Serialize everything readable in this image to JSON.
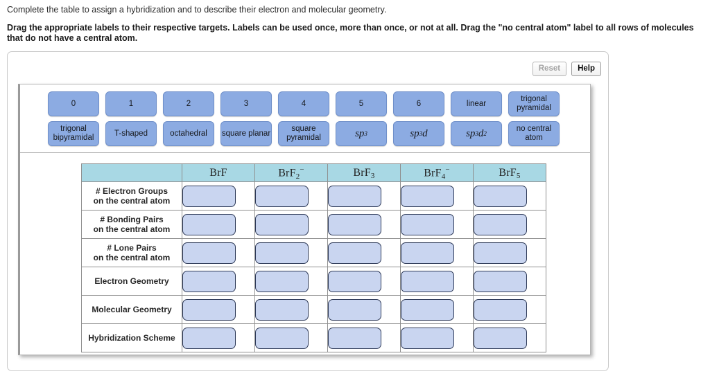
{
  "instructions": {
    "line1": "Complete the table to assign a hybridization and to describe their electron and molecular geometry.",
    "line2": "Drag the appropriate labels to their respective targets. Labels can be used once, more than once, or not at all. Drag the \"no central atom\" label to all rows of molecules that do not have a central atom."
  },
  "toolbar": {
    "reset_label": "Reset",
    "help_label": "Help"
  },
  "label_bank": {
    "row1": [
      {
        "text": "0",
        "math": false
      },
      {
        "text": "1",
        "math": false
      },
      {
        "text": "2",
        "math": false
      },
      {
        "text": "3",
        "math": false
      },
      {
        "text": "4",
        "math": false
      },
      {
        "text": "5",
        "math": false
      },
      {
        "text": "6",
        "math": false
      },
      {
        "text": "linear",
        "math": false
      },
      {
        "text": "trigonal pyramidal",
        "math": false
      }
    ],
    "row2": [
      {
        "text": "trigonal bipyramidal",
        "math": false
      },
      {
        "text": "T-shaped",
        "math": false
      },
      {
        "text": "octahedral",
        "math": false
      },
      {
        "text": "square planar",
        "math": false
      },
      {
        "text": "square pyramidal",
        "math": false
      },
      {
        "text": "sp3",
        "math": true,
        "base": "sp",
        "sup": "3",
        "tail": ""
      },
      {
        "text": "sp3d",
        "math": true,
        "base": "sp",
        "sup": "3",
        "tail": "d"
      },
      {
        "text": "sp3d2",
        "math": true,
        "base": "sp",
        "sup": "3",
        "tail": "d",
        "tail_sup": "2"
      },
      {
        "text": "no central atom",
        "math": false
      }
    ]
  },
  "table": {
    "corner_header": "",
    "column_headers": [
      {
        "base": "BrF",
        "sub": "",
        "sup": ""
      },
      {
        "base": "BrF",
        "sub": "2",
        "sup": "−"
      },
      {
        "base": "BrF",
        "sub": "3",
        "sup": ""
      },
      {
        "base": "BrF",
        "sub": "4",
        "sup": "−"
      },
      {
        "base": "BrF",
        "sub": "5",
        "sup": ""
      }
    ],
    "rows": [
      {
        "label_line1": "# Electron Groups",
        "label_line2": "on the central atom",
        "values": [
          "",
          "",
          "",
          "",
          ""
        ]
      },
      {
        "label_line1": "# Bonding Pairs",
        "label_line2": "on the central atom",
        "values": [
          "",
          "",
          "",
          "",
          ""
        ]
      },
      {
        "label_line1": "# Lone Pairs",
        "label_line2": "on the central atom",
        "values": [
          "",
          "",
          "",
          "",
          ""
        ]
      },
      {
        "label_line1": "Electron Geometry",
        "label_line2": "",
        "values": [
          "",
          "",
          "",
          "",
          ""
        ]
      },
      {
        "label_line1": "Molecular Geometry",
        "label_line2": "",
        "values": [
          "",
          "",
          "",
          "",
          ""
        ]
      },
      {
        "label_line1": "Hybridization Scheme",
        "label_line2": "",
        "values": [
          "",
          "",
          "",
          "",
          ""
        ]
      }
    ]
  },
  "colors": {
    "label_tile": "#8cabe2",
    "drop_target": "#c9d5f0",
    "drop_border": "#2e3a58",
    "table_header": "#a8d8e4"
  }
}
